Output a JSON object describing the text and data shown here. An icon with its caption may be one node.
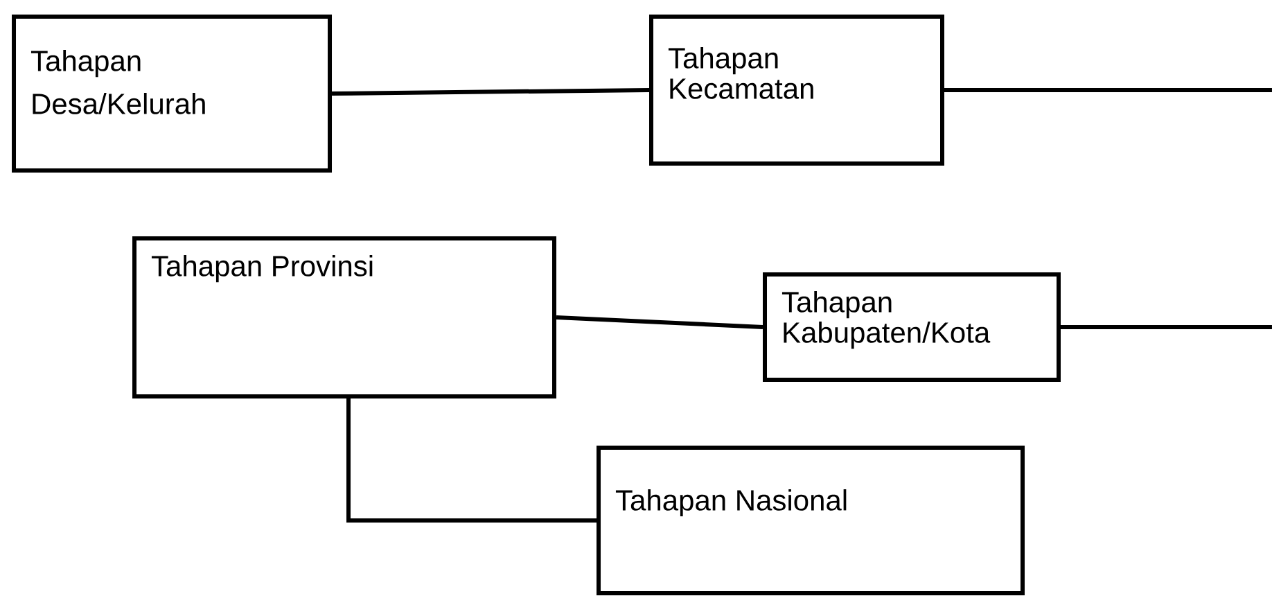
{
  "diagram": {
    "nodes": [
      {
        "text": [
          "Tahapan Desa/Kelurah"
        ]
      },
      {
        "text": [
          "Tahapan Kecamatan"
        ]
      },
      {
        "text": [
          "Tahapan Provinsi"
        ]
      },
      {
        "text": [
          "Tahapan Kabupaten/Kota"
        ]
      },
      {
        "text": [
          "Tahapan Nasional"
        ]
      }
    ],
    "edges": [
      {
        "from": 0,
        "to": 1,
        "arrow": "none"
      },
      {
        "from": 1,
        "to": null,
        "arrow": "none"
      },
      {
        "from": 2,
        "to": 3,
        "arrow": "none"
      },
      {
        "from": 3,
        "to": null,
        "arrow": "none"
      },
      {
        "from": 2,
        "to": 4,
        "arrow": "none"
      }
    ]
  }
}
